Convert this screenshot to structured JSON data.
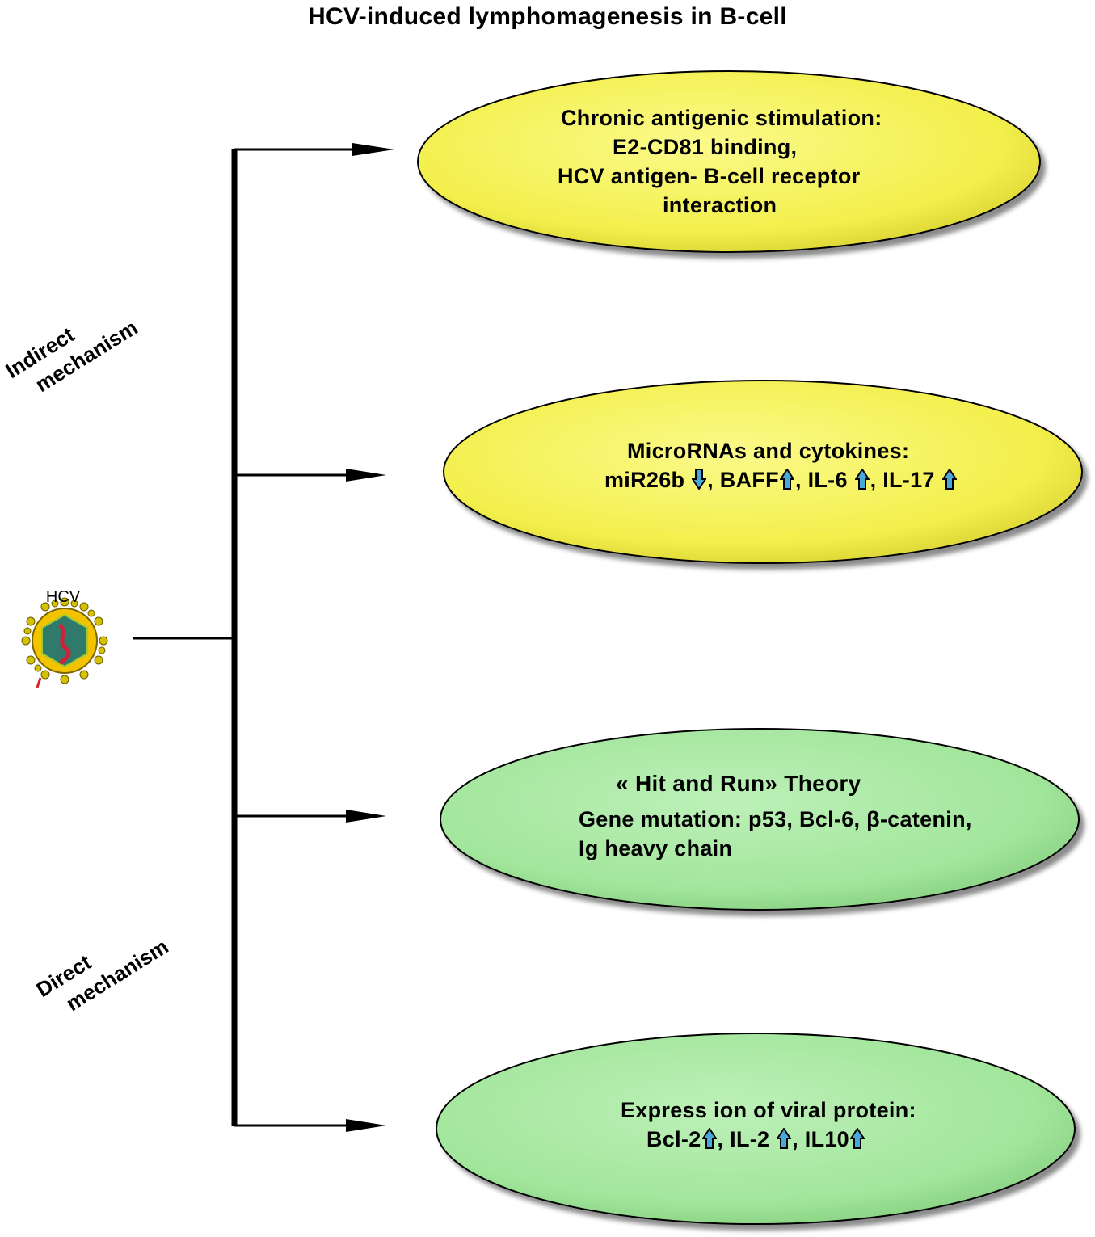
{
  "title": "HCV-induced lymphomagenesis in B-cell",
  "virus_label": "HCV",
  "mechanisms": {
    "indirect": [
      "Indirect",
      "mechanism"
    ],
    "direct": [
      "Direct",
      "mechanism"
    ]
  },
  "ovals": [
    {
      "color": "#f5f257",
      "lines": [
        "Chronic antigenic stimulation:",
        "E2-CD81 binding,",
        "HCV antigen- B-cell receptor",
        "interaction"
      ]
    },
    {
      "color": "#f5f257",
      "heading": "MicroRNAs and cytokines:",
      "items": [
        {
          "label": "miR26b",
          "dir": "down"
        },
        {
          "label": "BAFF",
          "dir": "up"
        },
        {
          "label": "IL-6",
          "dir": "up"
        },
        {
          "label": "IL-17",
          "dir": "up"
        }
      ]
    },
    {
      "color": "#a6e8a2",
      "lines": [
        "« Hit and Run» Theory",
        "Gene mutation: p53, Bcl-6, β-catenin,",
        "Ig heavy chain"
      ]
    },
    {
      "color": "#a6e8a2",
      "heading": "Express ion of viral protein:",
      "items": [
        {
          "label": "Bcl-2",
          "dir": "up"
        },
        {
          "label": "IL-2",
          "dir": "up"
        },
        {
          "label": "IL10",
          "dir": "up"
        }
      ]
    }
  ],
  "colors": {
    "arrow_fill": "#4aa8d8",
    "oval_stroke": "#000000",
    "virus_core": "#2f7a6a",
    "virus_ring": "#f2c400"
  }
}
